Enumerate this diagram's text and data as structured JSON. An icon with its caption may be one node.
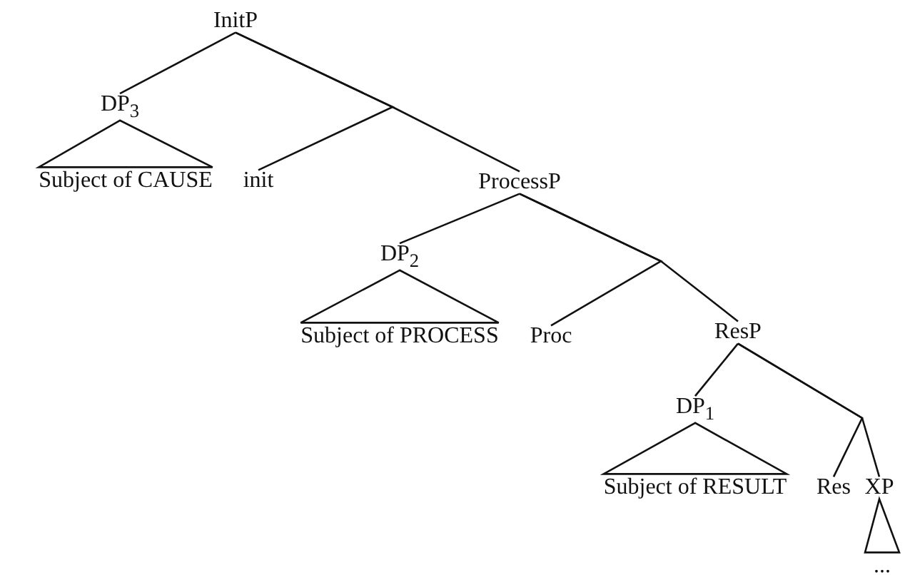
{
  "diagram": {
    "nodes": [
      {
        "text": [
          "InitP"
        ]
      },
      {
        "text": [
          "DP$_{3}$"
        ]
      },
      {
        "text": [
          "Subject of CAUSE"
        ]
      },
      {
        "text": [
          "init"
        ]
      },
      {
        "text": [
          "ProcessP"
        ]
      },
      {
        "text": [
          "DP$_{2}$"
        ]
      },
      {
        "text": [
          "Subject of PROCESS"
        ]
      },
      {
        "text": [
          "Proc"
        ]
      },
      {
        "text": [
          "ResP"
        ]
      },
      {
        "text": [
          "DP$_{1}$"
        ]
      },
      {
        "text": [
          "Subject of RESULT"
        ]
      },
      {
        "text": [
          "Res"
        ]
      },
      {
        "text": [
          "XP"
        ]
      },
      {
        "text": [
          "..."
        ]
      }
    ],
    "edges": [
      {
        "from": 0,
        "to": 1,
        "arrow": "none"
      },
      {
        "from": 0,
        "to": 3,
        "arrow": "none"
      },
      {
        "from": 0,
        "to": 4,
        "arrow": "none"
      },
      {
        "from": 1,
        "to": 2,
        "arrow": "none"
      },
      {
        "from": 4,
        "to": 5,
        "arrow": "none"
      },
      {
        "from": 4,
        "to": 7,
        "arrow": "none"
      },
      {
        "from": 4,
        "to": 8,
        "arrow": "none"
      },
      {
        "from": 5,
        "to": 6,
        "arrow": "none"
      },
      {
        "from": 8,
        "to": 9,
        "arrow": "none"
      },
      {
        "from": 8,
        "to": 11,
        "arrow": "none"
      },
      {
        "from": 8,
        "to": 12,
        "arrow": "none"
      },
      {
        "from": 9,
        "to": 10,
        "arrow": "none"
      },
      {
        "from": 12,
        "to": 13,
        "arrow": "none"
      }
    ]
  }
}
